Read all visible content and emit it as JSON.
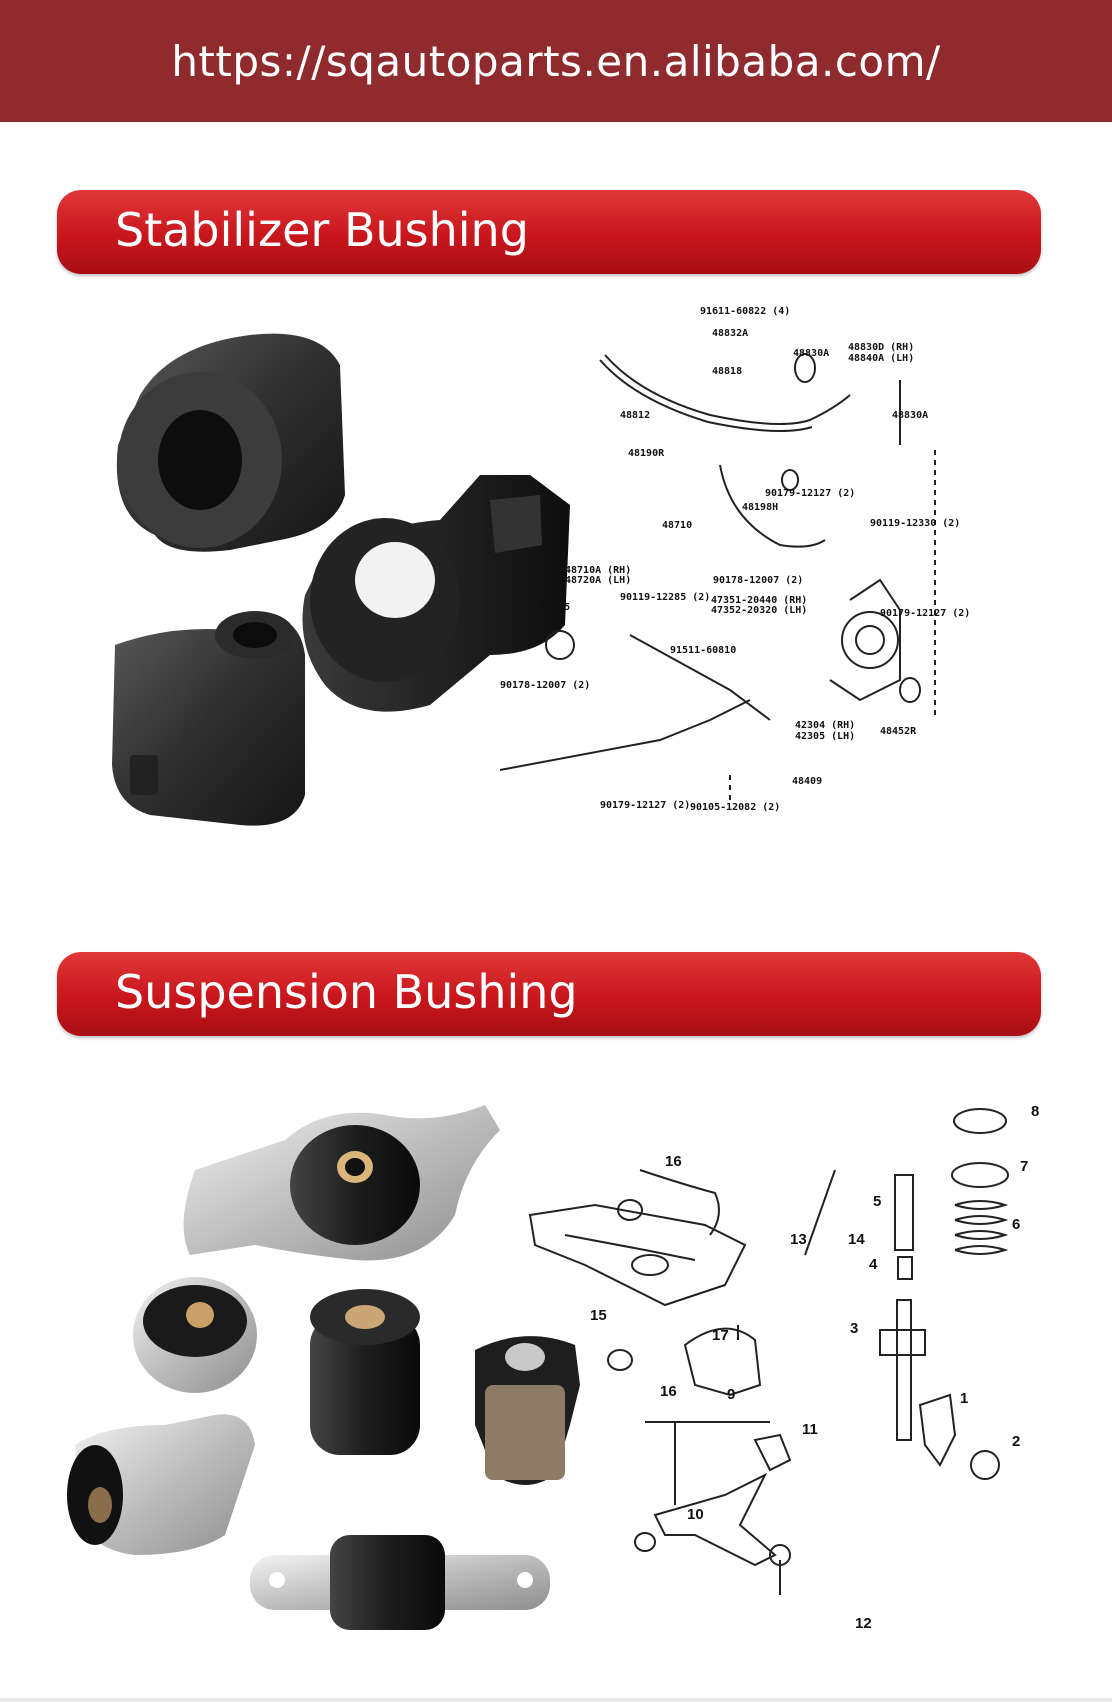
{
  "header": {
    "url": "https://sqautoparts.en.alibaba.com/"
  },
  "sections": [
    {
      "title": "Stabilizer Bushing",
      "diagram_labels": [
        "91611-60822 (4)",
        "48832A",
        "48830A",
        "48830D (RH)",
        "48840A (LH)",
        "48818",
        "48812",
        "48830A",
        "48190R",
        "90179-12127 (2)",
        "48198H",
        "48710",
        "90119-12330 (2)",
        "48710A (RH)",
        "48720A (LH)",
        "90178-12007 (2)",
        "48725",
        "90119-12285 (2)",
        "47351-20440 (RH)",
        "47352-20320 (LH)",
        "90179-12127 (2)",
        "91511-60810",
        "90178-12007 (2)",
        "42304 (RH)",
        "42305 (LH)",
        "48452R",
        "48409",
        "90179-12127 (2)",
        "90105-12082 (2)"
      ]
    },
    {
      "title": "Suspension Bushing",
      "diagram_labels": [
        "8",
        "7",
        "16",
        "5",
        "6",
        "13",
        "14",
        "4",
        "15",
        "3",
        "17",
        "16",
        "9",
        "11",
        "1",
        "2",
        "10",
        "12"
      ]
    }
  ],
  "colors": {
    "header_bg": "#8f2a2e",
    "banner": "#c8161c",
    "text_on_red": "#ffffff"
  }
}
